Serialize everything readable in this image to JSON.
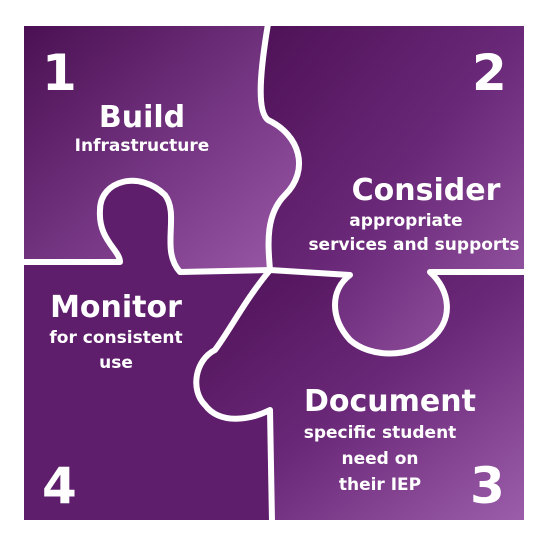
{
  "colors": {
    "background": "#ffffff",
    "puzzle_dark": "#4e1156",
    "puzzle_mid": "#6b2a78",
    "puzzle_light": "#9a5aa8",
    "seams": "#ffffff",
    "text": "#ffffff"
  },
  "pieces": [
    {
      "number": "1",
      "title": "Build",
      "subtitle_lines": [
        "Infrastructure"
      ]
    },
    {
      "number": "2",
      "title": "Consider",
      "subtitle_lines": [
        "appropriate",
        "services and supports"
      ]
    },
    {
      "number": "3",
      "title": "Document",
      "subtitle_lines": [
        "specific student",
        "need on",
        "their IEP"
      ]
    },
    {
      "number": "4",
      "title": "Monitor",
      "subtitle_lines": [
        "for consistent",
        "use"
      ]
    }
  ]
}
